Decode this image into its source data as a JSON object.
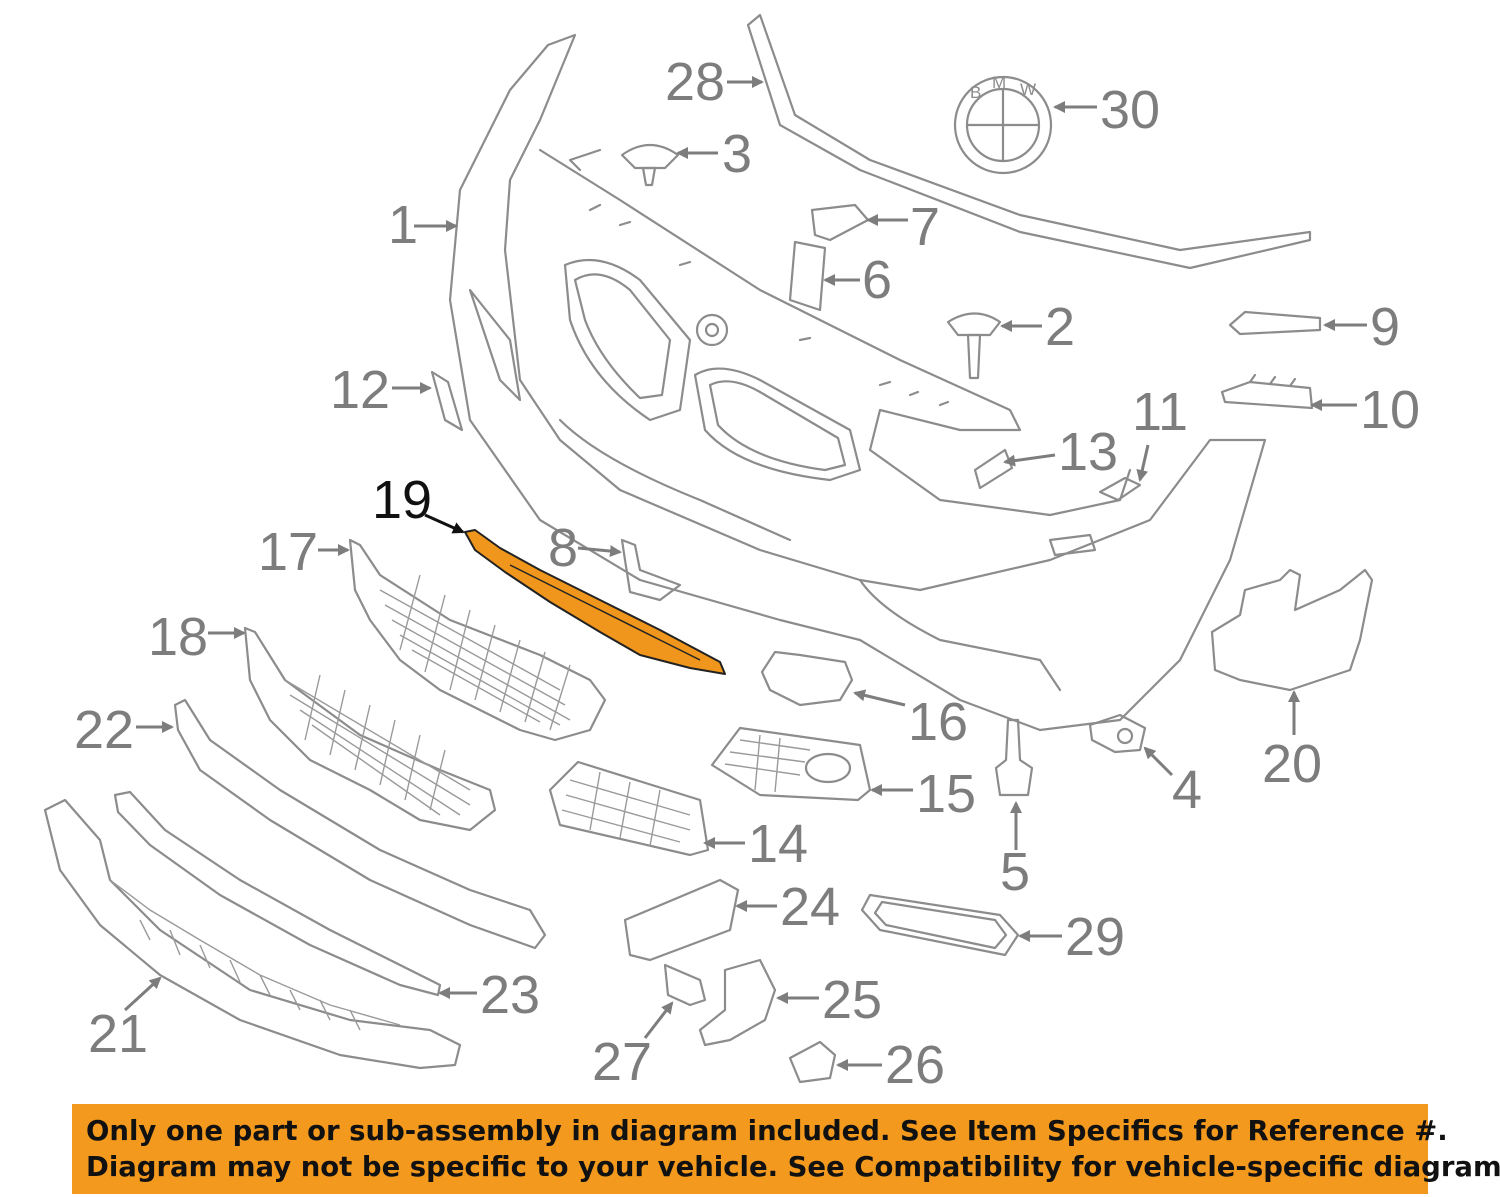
{
  "diagram": {
    "highlight_color": "#f0961c",
    "highlighted_part": "19",
    "emblem_letters": [
      "B",
      "M",
      "W"
    ],
    "callouts": [
      "1",
      "2",
      "3",
      "4",
      "5",
      "6",
      "7",
      "8",
      "9",
      "10",
      "11",
      "12",
      "13",
      "14",
      "15",
      "16",
      "17",
      "18",
      "19",
      "20",
      "21",
      "22",
      "23",
      "24",
      "25",
      "26",
      "27",
      "28",
      "29",
      "30"
    ]
  },
  "banner": {
    "background": "#f39a1e",
    "line1": "Only one part or sub-assembly in diagram included. See Item Specifics for Reference #.",
    "line2": "Diagram may not be specific to your vehicle. See Compatibility for vehicle-specific diagrams."
  }
}
